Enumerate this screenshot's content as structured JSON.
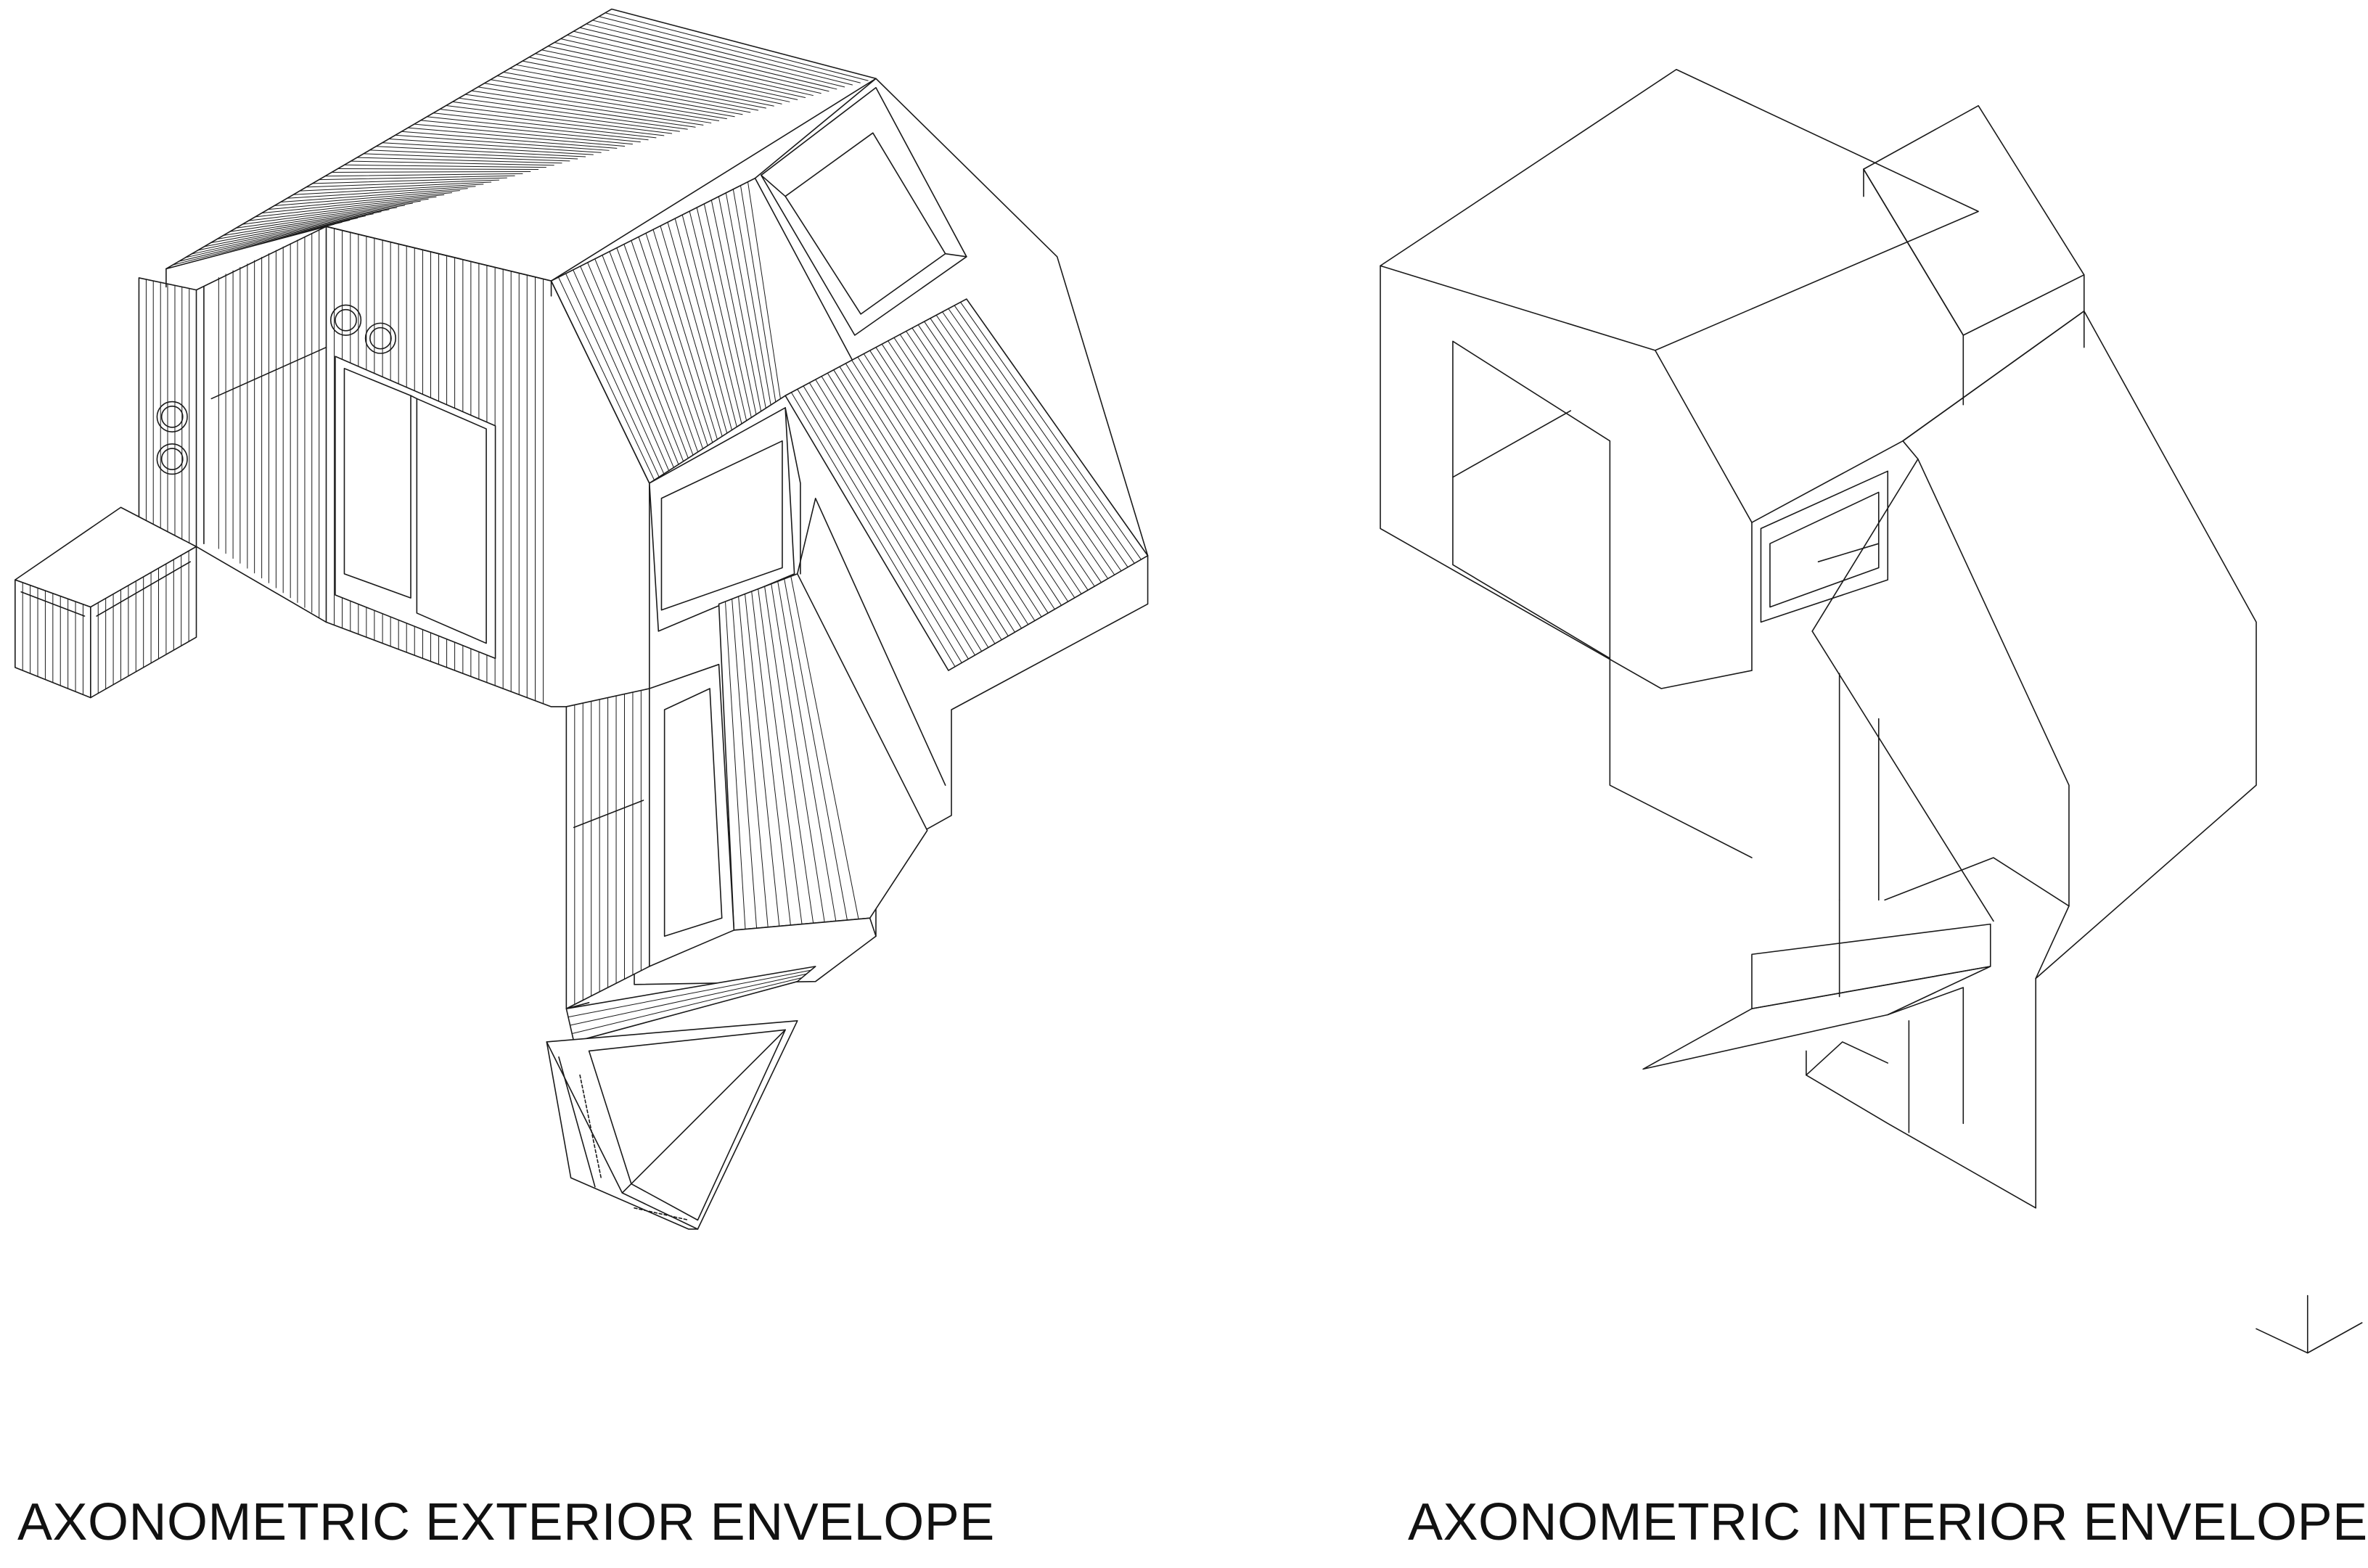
{
  "drawing": {
    "stroke_color": "#1a1a1a",
    "background": "#ffffff",
    "exterior": {
      "caption": "AXONOMETRIC EXTERIOR ENVELOPE",
      "features": [
        "corrugated-roof",
        "vertical-cladding",
        "round-porthole-windows",
        "sliding-glass-door",
        "side-bench-box",
        "skylight-box",
        "triangular-stair"
      ]
    },
    "interior": {
      "caption": "AXONOMETRIC INTERIOR ENVELOPE",
      "features": [
        "interior-volume",
        "large-opening",
        "small-window",
        "skylight-box",
        "ramp-stair"
      ]
    },
    "north_arrow": "arrow-down-icon"
  }
}
